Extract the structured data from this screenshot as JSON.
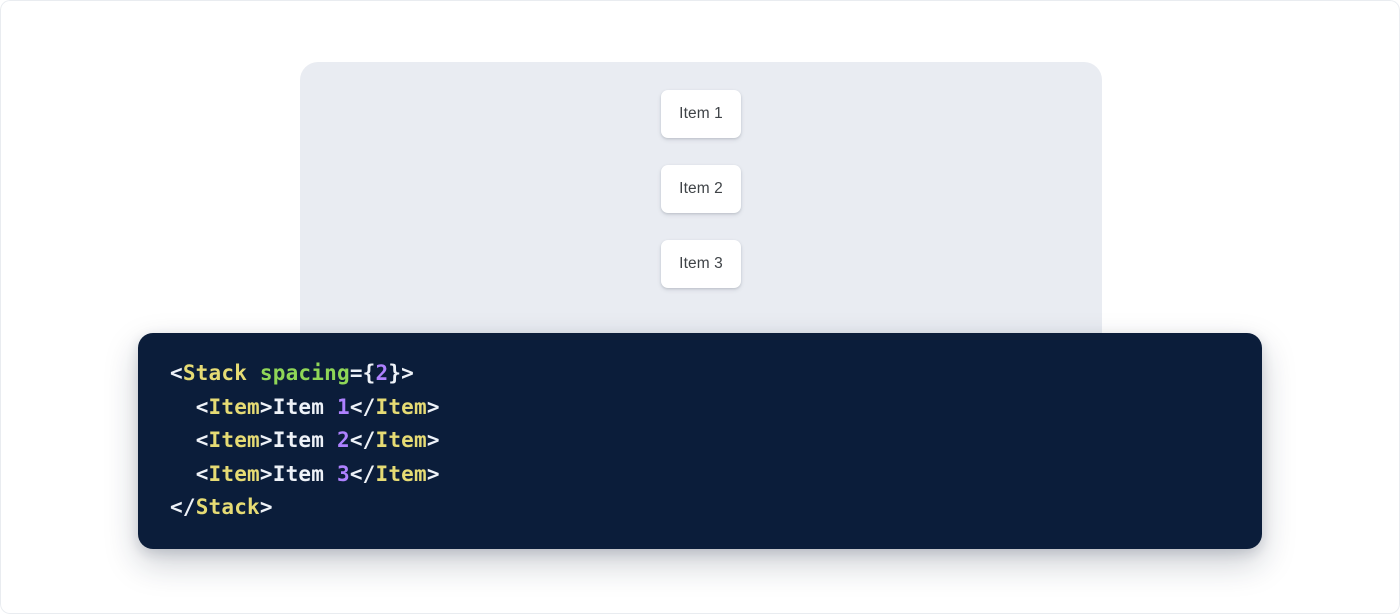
{
  "preview": {
    "stack": {
      "items": [
        {
          "label": "Item 1"
        },
        {
          "label": "Item 2"
        },
        {
          "label": "Item 3"
        }
      ]
    }
  },
  "code": {
    "language": "jsx",
    "lines": [
      {
        "indent": "",
        "tokens": [
          {
            "t": "punct",
            "v": "<"
          },
          {
            "t": "tag",
            "v": "Stack"
          },
          {
            "t": "text",
            "v": " "
          },
          {
            "t": "attr",
            "v": "spacing"
          },
          {
            "t": "punct",
            "v": "={"
          },
          {
            "t": "num",
            "v": "2"
          },
          {
            "t": "punct",
            "v": "}>"
          }
        ]
      },
      {
        "indent": "  ",
        "tokens": [
          {
            "t": "punct",
            "v": "<"
          },
          {
            "t": "tag",
            "v": "Item"
          },
          {
            "t": "punct",
            "v": ">"
          },
          {
            "t": "text",
            "v": "Item "
          },
          {
            "t": "num",
            "v": "1"
          },
          {
            "t": "punct",
            "v": "</"
          },
          {
            "t": "tag",
            "v": "Item"
          },
          {
            "t": "punct",
            "v": ">"
          }
        ]
      },
      {
        "indent": "  ",
        "tokens": [
          {
            "t": "punct",
            "v": "<"
          },
          {
            "t": "tag",
            "v": "Item"
          },
          {
            "t": "punct",
            "v": ">"
          },
          {
            "t": "text",
            "v": "Item "
          },
          {
            "t": "num",
            "v": "2"
          },
          {
            "t": "punct",
            "v": "</"
          },
          {
            "t": "tag",
            "v": "Item"
          },
          {
            "t": "punct",
            "v": ">"
          }
        ]
      },
      {
        "indent": "  ",
        "tokens": [
          {
            "t": "punct",
            "v": "<"
          },
          {
            "t": "tag",
            "v": "Item"
          },
          {
            "t": "punct",
            "v": ">"
          },
          {
            "t": "text",
            "v": "Item "
          },
          {
            "t": "num",
            "v": "3"
          },
          {
            "t": "punct",
            "v": "</"
          },
          {
            "t": "tag",
            "v": "Item"
          },
          {
            "t": "punct",
            "v": ">"
          }
        ]
      },
      {
        "indent": "",
        "tokens": [
          {
            "t": "punct",
            "v": "</"
          },
          {
            "t": "tag",
            "v": "Stack"
          },
          {
            "t": "punct",
            "v": ">"
          }
        ]
      }
    ]
  },
  "colors": {
    "page_background": "#ffffff",
    "stage_background": "#e9ecf2",
    "item_background": "#ffffff",
    "item_text": "#3f4347",
    "code_background": "#0b1d3a",
    "code_punct": "#eef2f8",
    "code_tag": "#e6db74",
    "code_attr": "#8fd657",
    "code_number": "#ae81ff"
  }
}
